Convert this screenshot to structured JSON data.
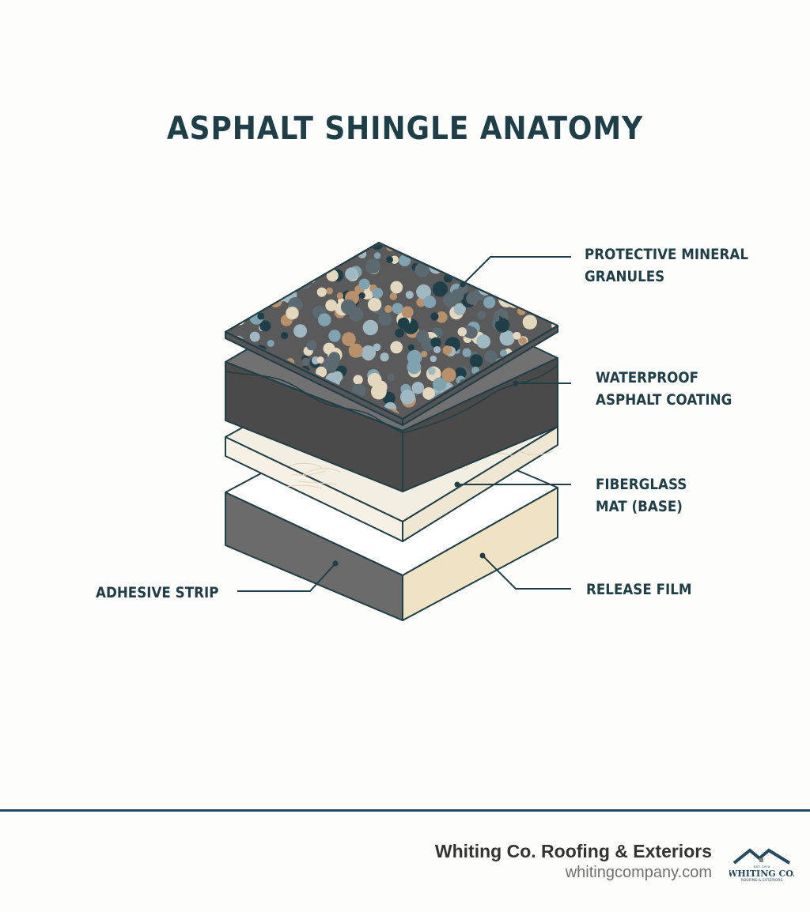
{
  "title": "ASPHALT SHINGLE ANATOMY",
  "labels": {
    "granules": [
      "PROTECTIVE MINERAL",
      "GRANULES"
    ],
    "coating": [
      "WATERPROOF",
      "ASPHALT COATING"
    ],
    "mat": [
      "FIBERGLASS",
      "MAT (BASE)"
    ],
    "release": "RELEASE FILM",
    "adhesive": "ADHESIVE STRIP"
  },
  "footer": {
    "company": "Whiting Co. Roofing & Exteriors",
    "url": "whitingcompany.com",
    "logo_text": [
      "EST. 1976",
      "WHITING CO.",
      "ROOFING & EXTERIORS"
    ]
  },
  "colors": {
    "outline": "#1e3f48",
    "asphalt": "#4a4a4a",
    "asphalt_top": "#6f6f6f",
    "mat": "#f1ebdc",
    "release": "#efe3c4",
    "adhesive": "#6b6b6b",
    "granules": [
      "#1f3f48",
      "#7fa3b1",
      "#b8916a",
      "#e3d8bd",
      "#5b6a70",
      "#9fb8c2"
    ]
  }
}
